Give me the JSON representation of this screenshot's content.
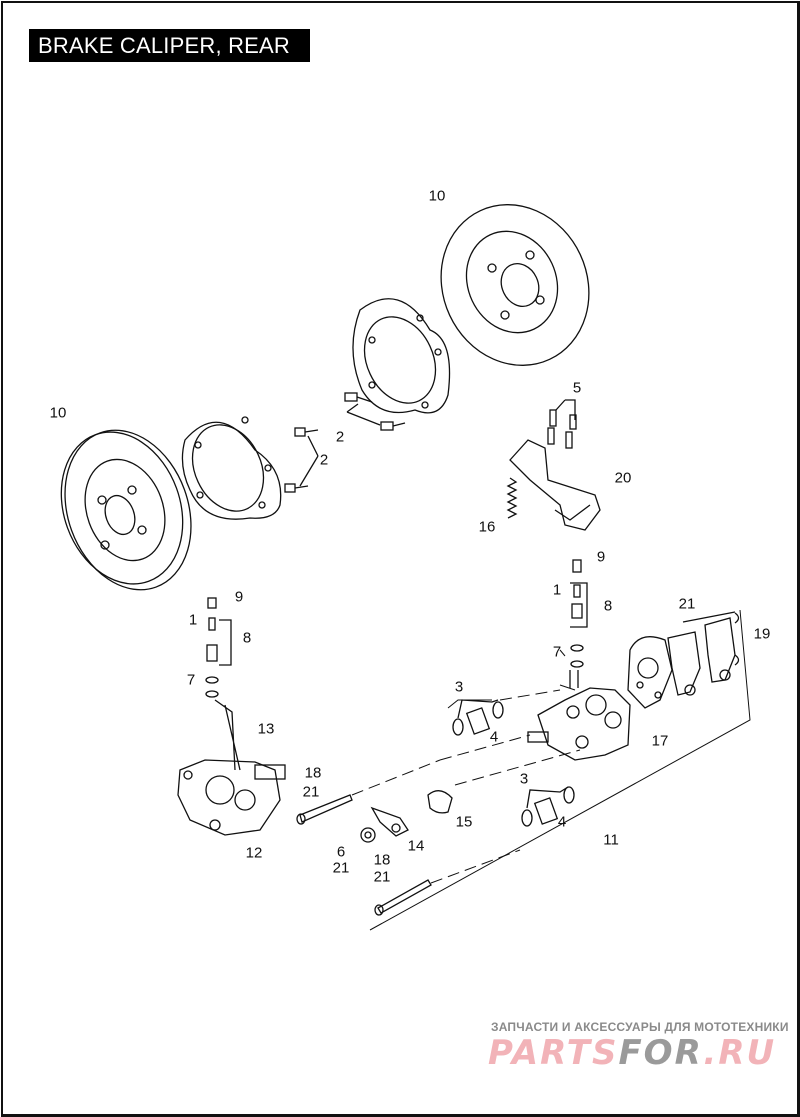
{
  "title": "BRAKE CALIPER, REAR",
  "callouts": [
    "10",
    "10",
    "2",
    "2",
    "5",
    "20",
    "16",
    "9",
    "1",
    "8",
    "9",
    "1",
    "8",
    "7",
    "7",
    "3",
    "4",
    "21",
    "19",
    "17",
    "13",
    "18",
    "21",
    "12",
    "15",
    "14",
    "6",
    "21",
    "18",
    "21",
    "3",
    "4",
    "11"
  ],
  "watermark": {
    "subtitle": "ЗАПЧАСТИ И АКСЕССУАРЫ ДЛЯ МОТОТЕХНИКИ",
    "logo_part1": "PARTS",
    "logo_part2": "FOR",
    "logo_part3": ".RU"
  }
}
